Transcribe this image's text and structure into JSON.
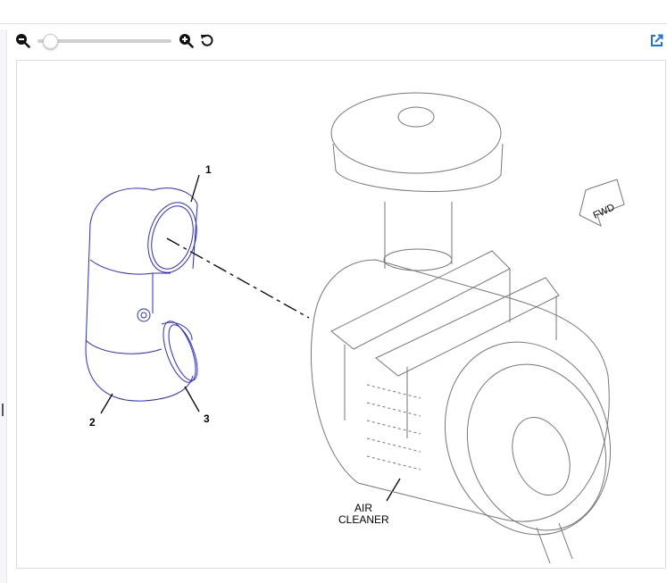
{
  "toolbar": {
    "zoom_out": "zoom-out",
    "zoom_in": "zoom-in",
    "reset": "reset",
    "open_external": "open-external",
    "zoom_level": 0.05
  },
  "diagram": {
    "callouts": [
      "1",
      "2",
      "3"
    ],
    "air_cleaner_line1": "AIR",
    "air_cleaner_line2": "CLEANER",
    "fwd": "FWD"
  },
  "colors": {
    "accent": "#1a73e8",
    "part_highlight": "#2222dd",
    "line": "#777777"
  }
}
